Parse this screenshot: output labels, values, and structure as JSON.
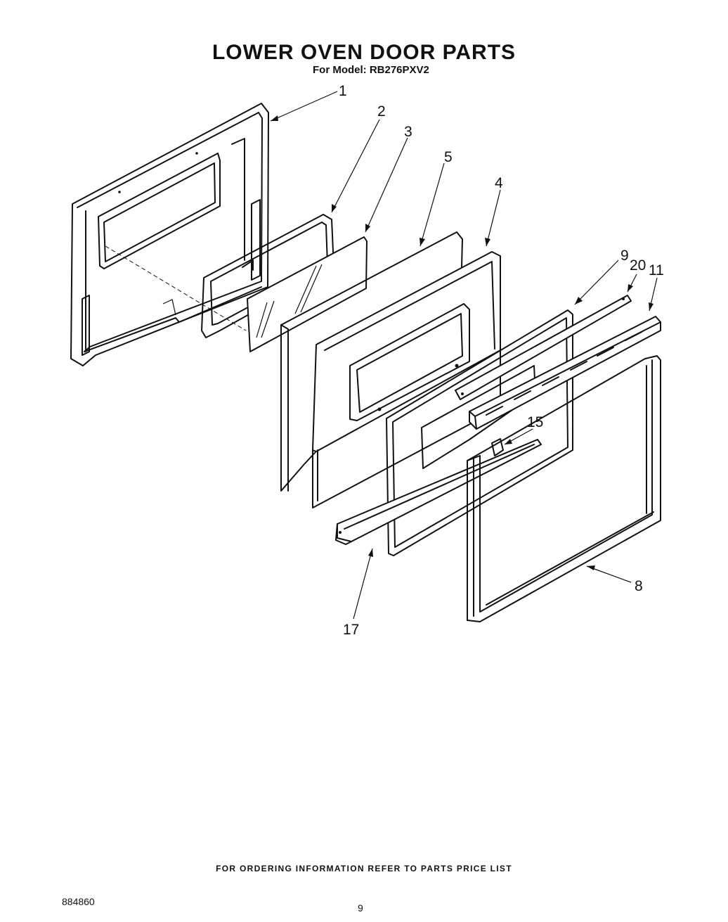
{
  "title": "LOWER OVEN DOOR PARTS",
  "subtitle": "For Model: RB276PXV2",
  "footer_note": "FOR ORDERING INFORMATION REFER TO PARTS PRICE LIST",
  "doc_number": "884860",
  "page_number": "9",
  "callouts": {
    "c1": "1",
    "c2": "2",
    "c3": "3",
    "c4": "4",
    "c5": "5",
    "c8": "8",
    "c9": "9",
    "c11": "11",
    "c15": "15",
    "c17": "17",
    "c20": "20"
  }
}
